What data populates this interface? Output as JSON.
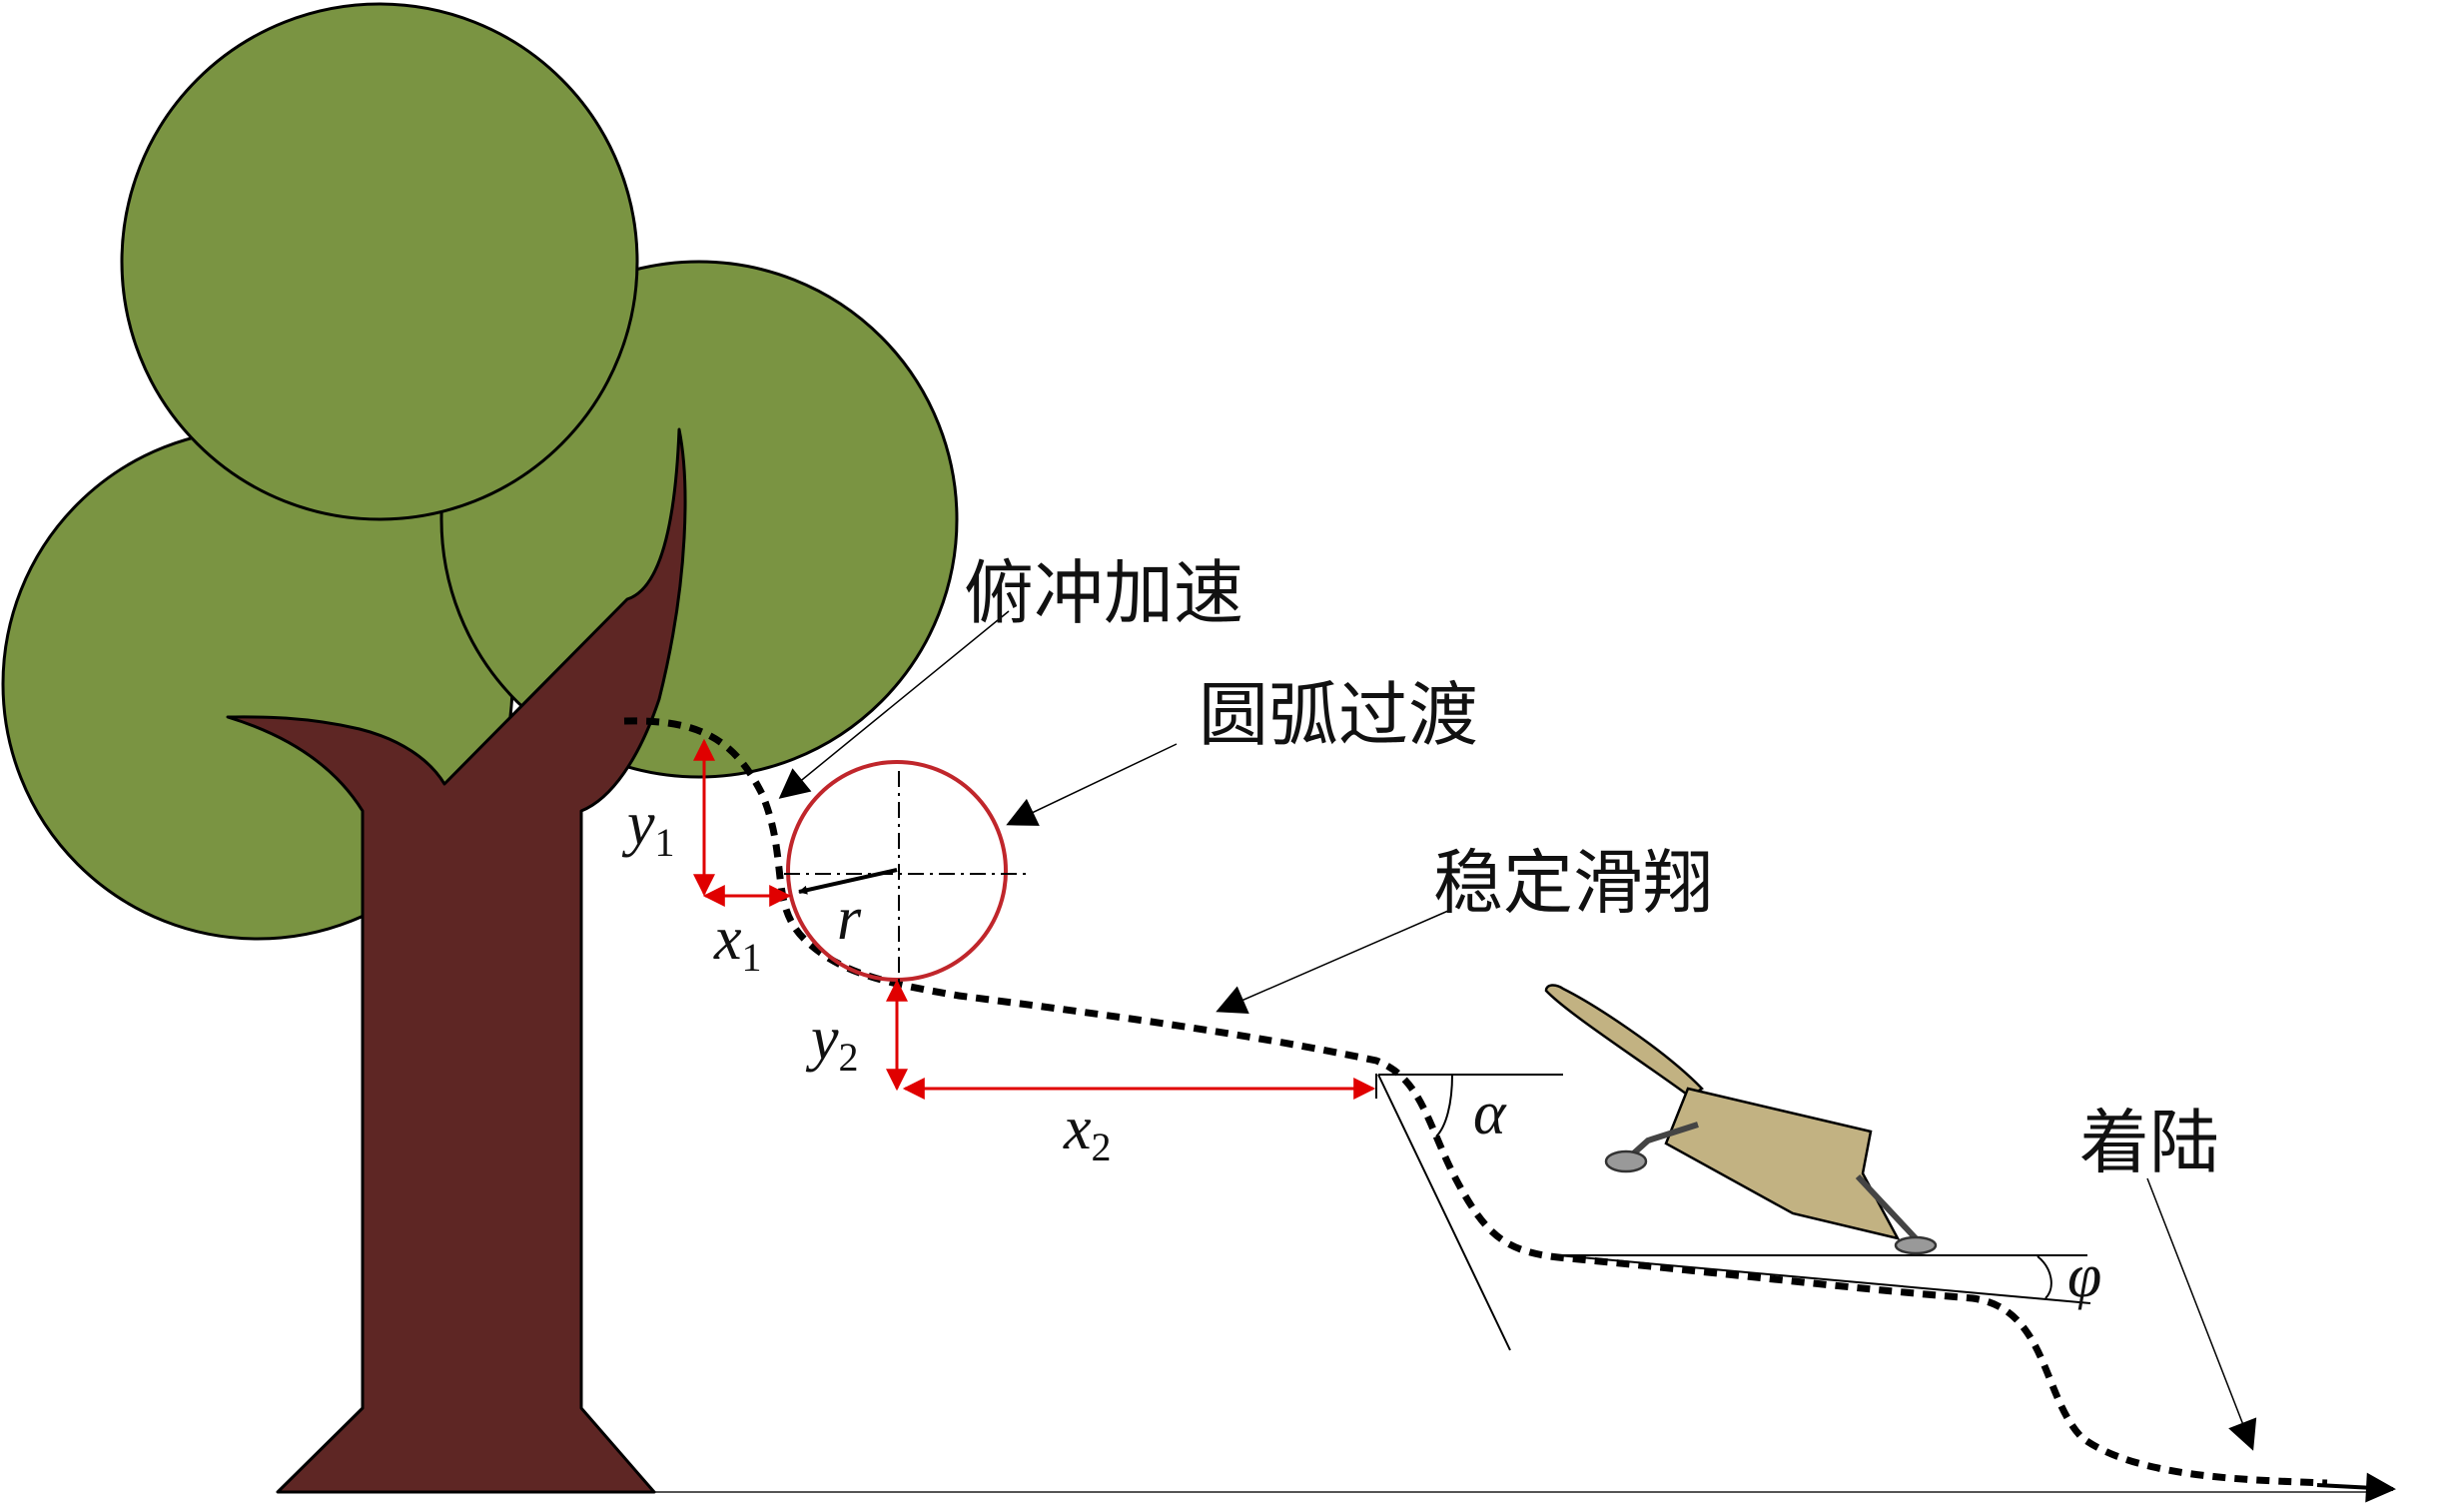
{
  "labels": {
    "dive_accel": "俯冲加速",
    "arc_transition": "圆弧过渡",
    "stable_glide": "稳定滑翔",
    "landing": "着陆"
  },
  "vars": {
    "y1": "y",
    "y1_sub": "1",
    "x1": "x",
    "x1_sub": "1",
    "r": "r",
    "y2": "y",
    "y2_sub": "2",
    "x2": "x",
    "x2_sub": "2",
    "alpha": "α",
    "phi": "φ"
  },
  "colors": {
    "canopy": "#7a9442",
    "trunk": "#5e2624",
    "dimension": "#e00000",
    "circle": "#c0262b",
    "glider": "#c2b282",
    "line": "#000000"
  },
  "icons": {
    "tree": "tree-icon",
    "glider": "glider-icon"
  }
}
